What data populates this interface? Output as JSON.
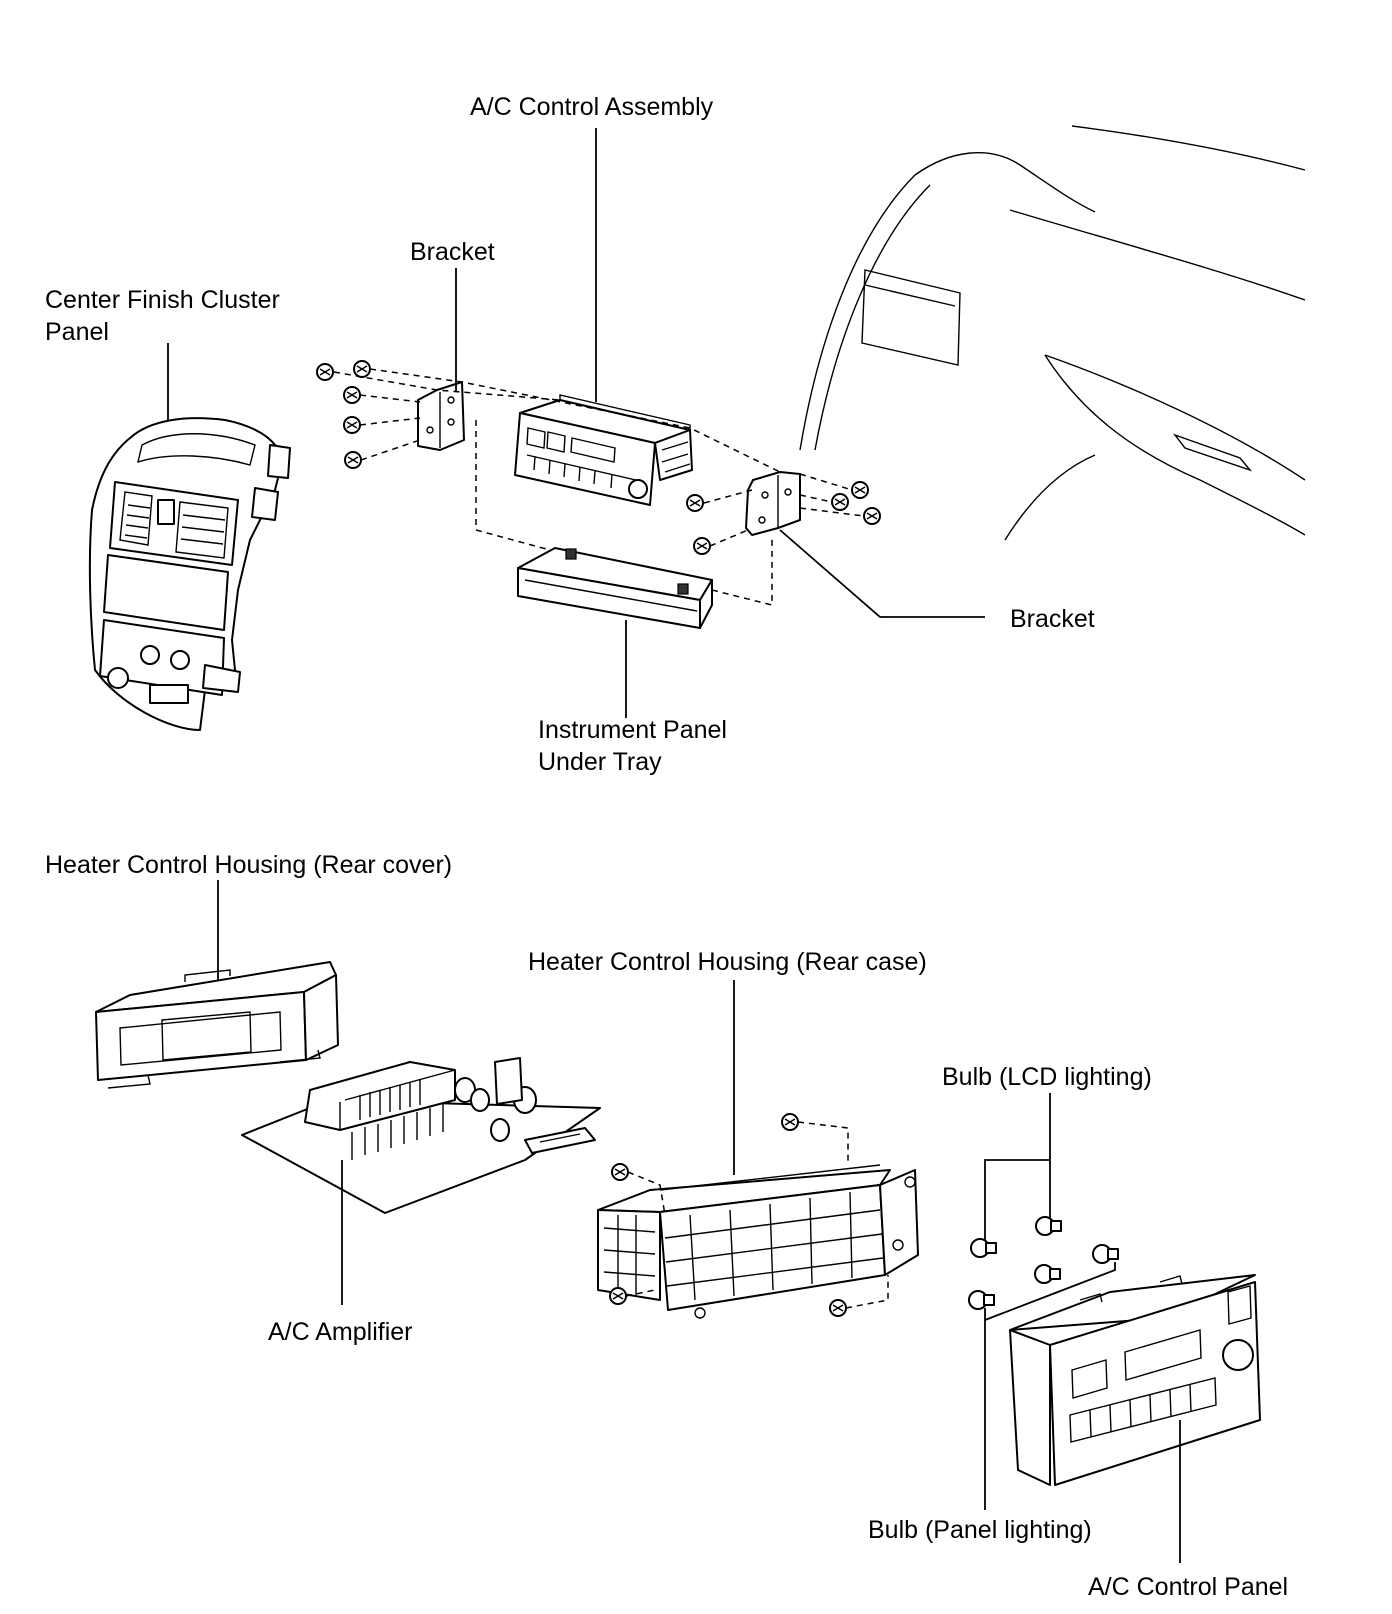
{
  "labels": {
    "ac_control_assembly": "A/C Control Assembly",
    "bracket_upper": "Bracket",
    "center_finish_line1": "Center Finish Cluster",
    "center_finish_line2": "Panel",
    "bracket_right": "Bracket",
    "under_tray_line1": "Instrument Panel",
    "under_tray_line2": "Under Tray",
    "rear_cover": "Heater Control Housing (Rear cover)",
    "rear_case": "Heater Control Housing (Rear case)",
    "bulb_lcd": "Bulb (LCD lighting)",
    "ac_amplifier": "A/C Amplifier",
    "bulb_panel": "Bulb (Panel lighting)",
    "ac_control_panel": "A/C Control Panel"
  }
}
